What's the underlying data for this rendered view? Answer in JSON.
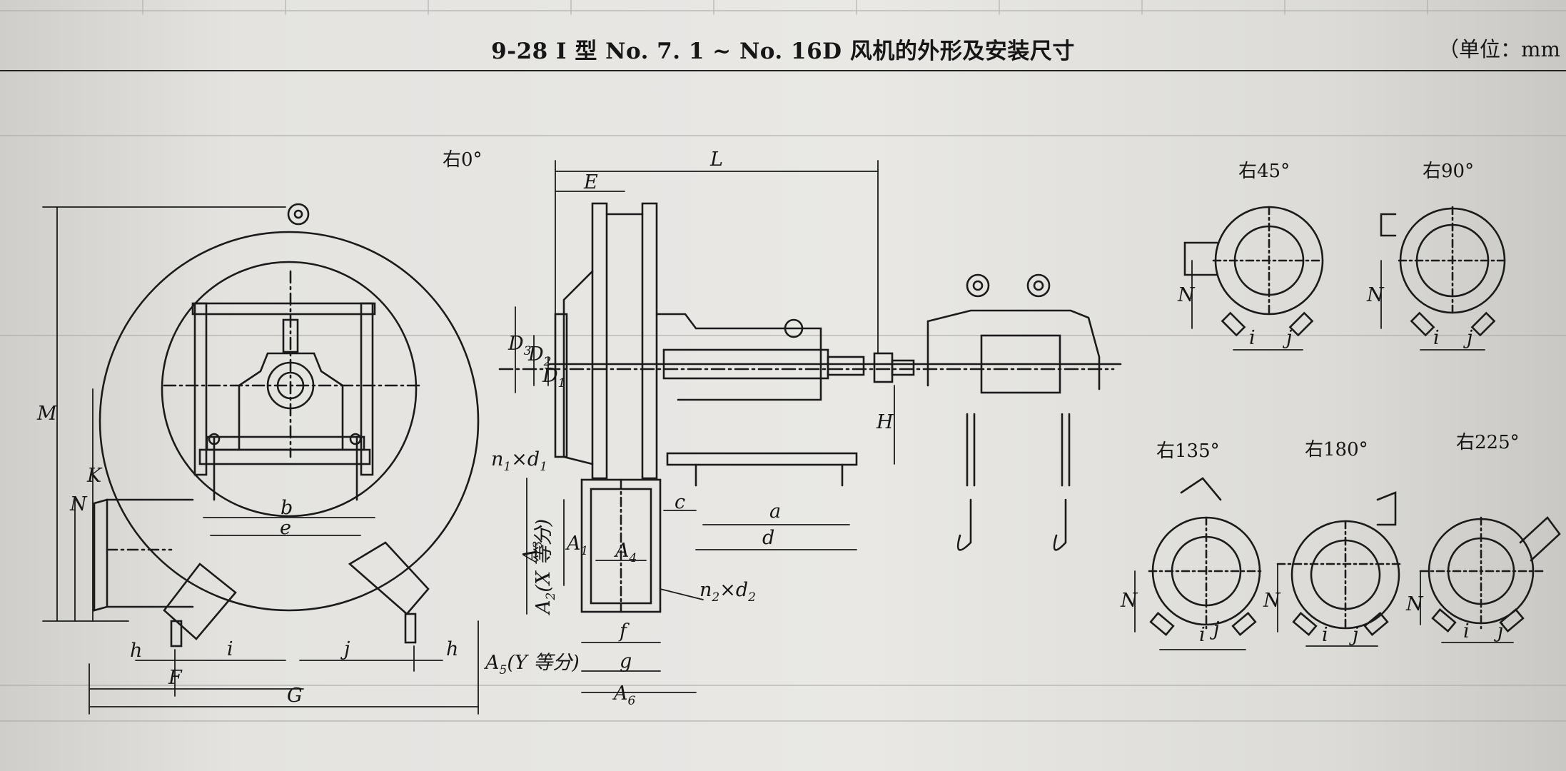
{
  "title": "9-28 I 型 No. 7. 1 ~ No. 16D 风机的外形及安装尺寸",
  "unit_note": "（单位：mm",
  "views": {
    "r0": "右0°",
    "r45": "右45°",
    "r90": "右90°",
    "r135": "右135°",
    "r180": "右180°",
    "r225": "右225°"
  },
  "dims": {
    "M": "M",
    "K": "K",
    "N": "N",
    "b": "b",
    "e": "e",
    "h": "h",
    "i": "i",
    "j": "j",
    "F": "F",
    "G": "G",
    "L": "L",
    "E": "E",
    "D1": "D",
    "D2": "D",
    "D3": "D",
    "H": "H",
    "a": "a",
    "c": "c",
    "d": "d",
    "A1": "A",
    "A4": "A",
    "A6": "A",
    "f": "f",
    "g": "g",
    "n1d1": "n",
    "n2d2": "n",
    "x_": "×",
    "d_": "d",
    "A2": "A",
    "A2x": "(X 等分)",
    "A3": "A",
    "A5": "A",
    "A5y": "(Y 等分)"
  },
  "subs": {
    "one": "1",
    "two": "2",
    "three": "3",
    "four": "4",
    "five": "5",
    "six": "6"
  }
}
